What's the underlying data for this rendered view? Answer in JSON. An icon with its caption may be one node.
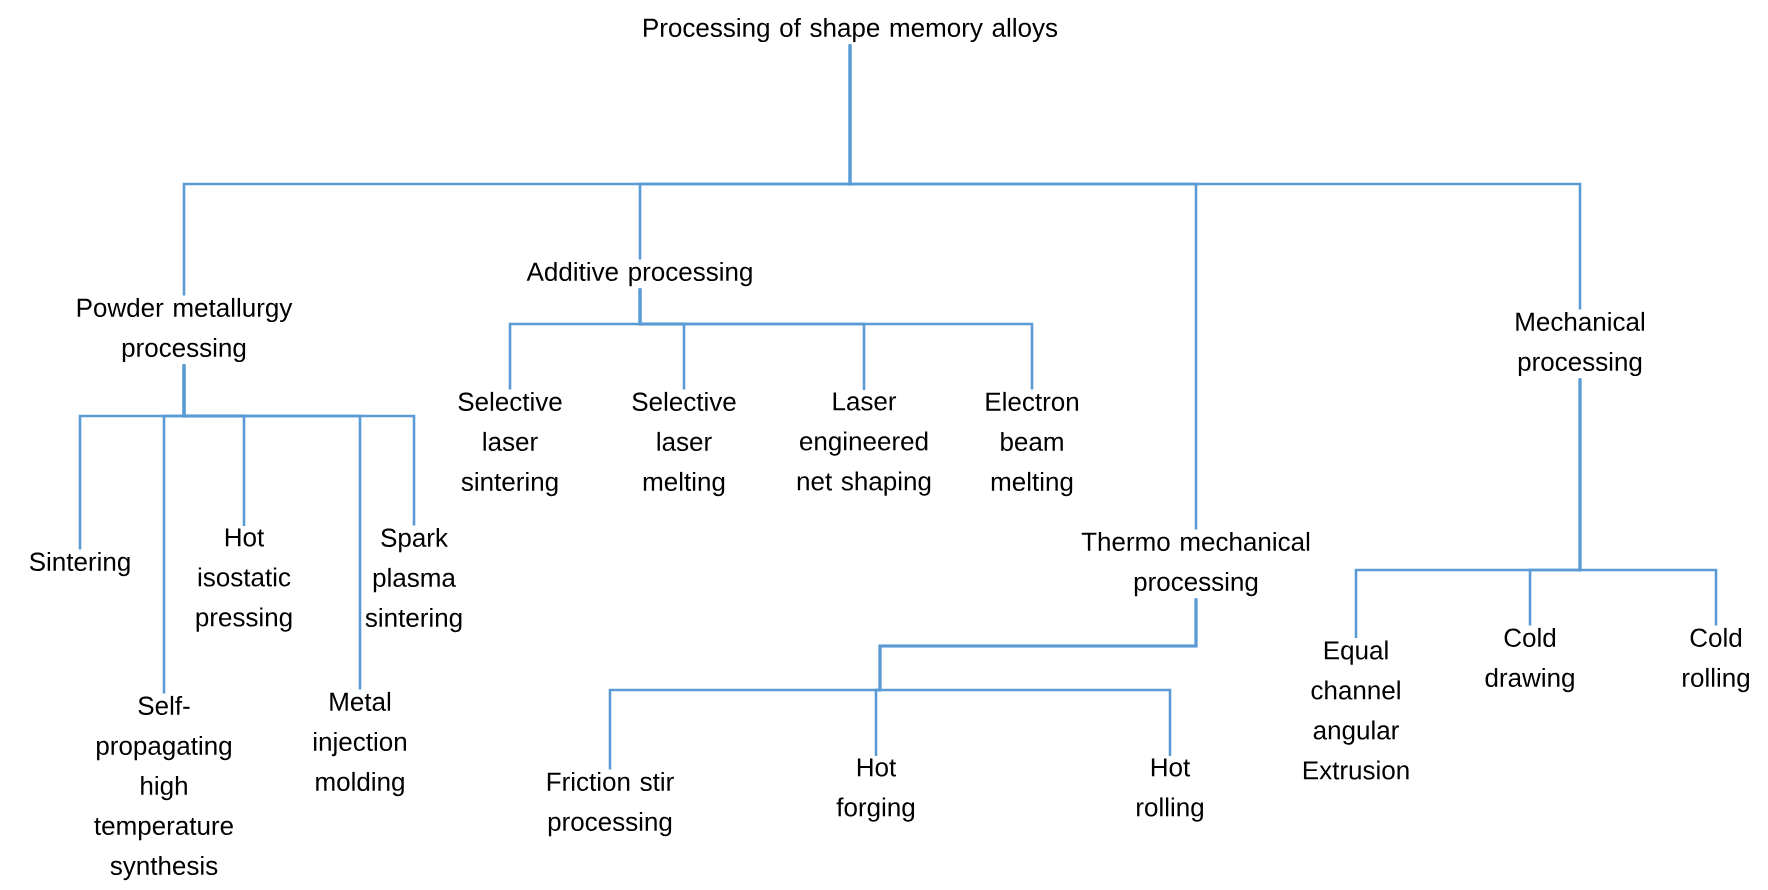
{
  "diagram": {
    "nodes": [
      {
        "text": [
          "Processing of shape memory alloys"
        ]
      },
      {
        "text": [
          "Powder metallurgy processing"
        ]
      },
      {
        "text": [
          "Additive processing"
        ]
      },
      {
        "text": [
          "Thermo mechanical processing"
        ]
      },
      {
        "text": [
          "Mechanical processing"
        ]
      },
      {
        "text": [
          "Sintering"
        ]
      },
      {
        "text": [
          "Self-propagating high temperature synthesis"
        ]
      },
      {
        "text": [
          "Hot isostatic pressing"
        ]
      },
      {
        "text": [
          "Metal injection molding"
        ]
      },
      {
        "text": [
          "Spark plasma sintering"
        ]
      },
      {
        "text": [
          "Selective laser sintering"
        ]
      },
      {
        "text": [
          "Selective laser melting"
        ]
      },
      {
        "text": [
          "Laser engineered net shaping"
        ]
      },
      {
        "text": [
          "Electron beam melting"
        ]
      },
      {
        "text": [
          "Friction stir processing"
        ]
      },
      {
        "text": [
          "Hot forging"
        ]
      },
      {
        "text": [
          "Hot rolling"
        ]
      },
      {
        "text": [
          "Equal channel angular Extrusion"
        ]
      },
      {
        "text": [
          "Cold drawing"
        ]
      },
      {
        "text": [
          "Cold rolling"
        ]
      }
    ],
    "edges": [
      {
        "from": 0,
        "to": 1,
        "arrow": "none"
      },
      {
        "from": 0,
        "to": 2,
        "arrow": "none"
      },
      {
        "from": 0,
        "to": 3,
        "arrow": "none"
      },
      {
        "from": 0,
        "to": 4,
        "arrow": "none"
      },
      {
        "from": 1,
        "to": 5,
        "arrow": "none"
      },
      {
        "from": 1,
        "to": 6,
        "arrow": "none"
      },
      {
        "from": 1,
        "to": 7,
        "arrow": "none"
      },
      {
        "from": 1,
        "to": 8,
        "arrow": "none"
      },
      {
        "from": 1,
        "to": 9,
        "arrow": "none"
      },
      {
        "from": 2,
        "to": 10,
        "arrow": "none"
      },
      {
        "from": 2,
        "to": 11,
        "arrow": "none"
      },
      {
        "from": 2,
        "to": 12,
        "arrow": "none"
      },
      {
        "from": 2,
        "to": 13,
        "arrow": "none"
      },
      {
        "from": 3,
        "to": 14,
        "arrow": "none"
      },
      {
        "from": 3,
        "to": 15,
        "arrow": "none"
      },
      {
        "from": 3,
        "to": 16,
        "arrow": "none"
      },
      {
        "from": 4,
        "to": 17,
        "arrow": "none"
      },
      {
        "from": 4,
        "to": 18,
        "arrow": "none"
      },
      {
        "from": 4,
        "to": 19,
        "arrow": "none"
      }
    ]
  }
}
